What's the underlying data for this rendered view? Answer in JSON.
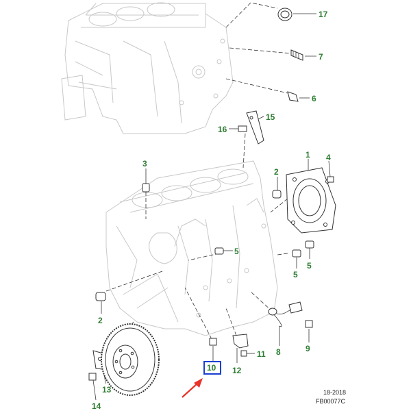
{
  "colors": {
    "callout": "#2e7d32",
    "highlight_box": "#1a3fd1",
    "pointer_arrow": "#e8332a",
    "line": "#333333",
    "ghost": "#c8c8c8"
  },
  "callouts": {
    "c17": "17",
    "c7": "7",
    "c6": "6",
    "c15": "15",
    "c16": "16",
    "c3": "3",
    "c2_top": "2",
    "c1": "1",
    "c4": "4",
    "c5_mid": "5",
    "c5_right_a": "5",
    "c5_right_b": "5",
    "c2_left": "2",
    "c8": "8",
    "c9": "9",
    "c10": "10",
    "c11": "11",
    "c12": "12",
    "c13": "13",
    "c14": "14"
  },
  "highlighted_part": "10",
  "reference": {
    "date": "18-2018",
    "code": "FB00077C"
  }
}
